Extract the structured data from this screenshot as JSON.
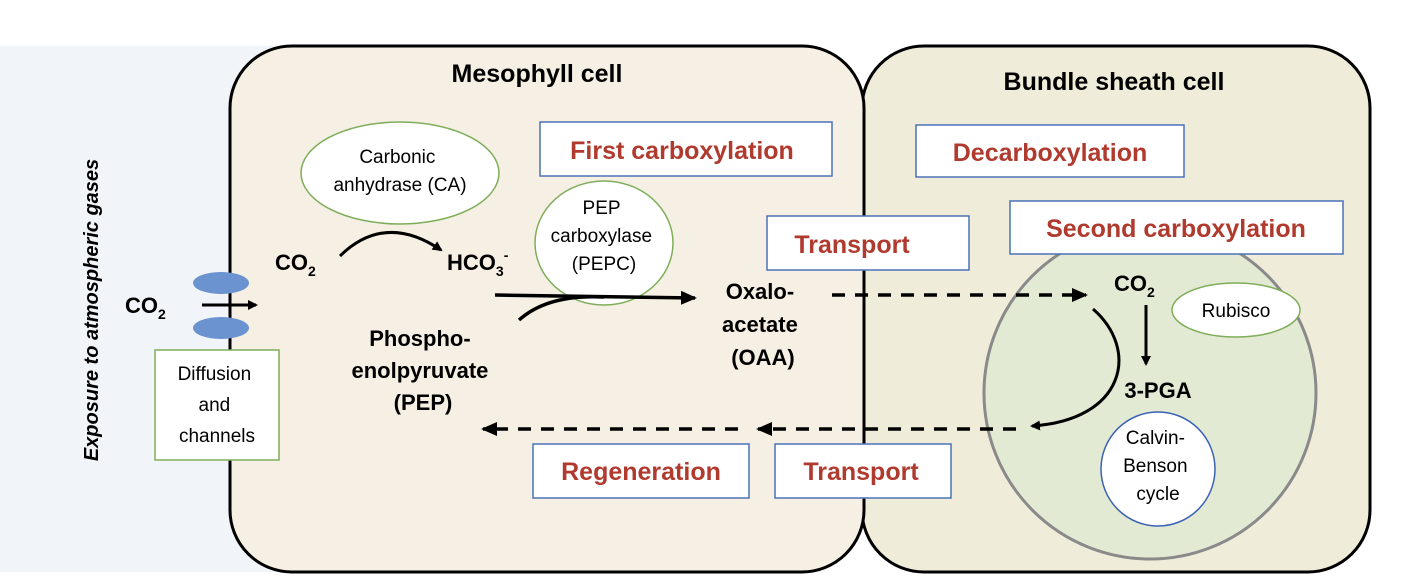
{
  "side_label": "Exposure to atmospheric gases",
  "mesophyll": {
    "title": "Mesophyll cell",
    "first_carboxylation": "First carboxylation",
    "regeneration": "Regeneration",
    "carbonic_anhydrase": [
      "Carbonic",
      "anhydrase (CA)"
    ],
    "pepc": [
      "PEP",
      "carboxylase",
      "(PEPC)"
    ],
    "co2_label": "CO",
    "co2_sub": "2",
    "hco3_label": "HCO",
    "hco3_sub": "3",
    "hco3_sup": "-",
    "pep": [
      "Phospho-",
      "enolpyruvate",
      "(PEP)"
    ],
    "oaa": [
      "Oxalo-",
      "acetate",
      "(OAA)"
    ]
  },
  "transport_top": "Transport",
  "transport_bottom": "Transport",
  "outside": {
    "co2_label": "CO",
    "co2_sub": "2",
    "diffusion": [
      "Diffusion",
      "and",
      "channels"
    ]
  },
  "bundle_sheath": {
    "title": "Bundle sheath cell",
    "decarboxylation": "Decarboxylation",
    "second_carboxylation": "Second carboxylation",
    "co2_label": "CO",
    "co2_sub": "2",
    "rubisco": "Rubisco",
    "pga": "3-PGA",
    "calvin": [
      "Calvin-",
      "Benson",
      "cycle"
    ]
  },
  "colors": {
    "exposure_bg": "#f1f5fa",
    "mesophyll_fill": "#f6efe3",
    "bundle_fill": "#efecda",
    "chloroplast_fill": "#e3ead3",
    "chloroplast_stroke": "#8a8a8a",
    "label_red": "#b03a2e",
    "box_blue": "#4a72b8",
    "ellipse_green": "#7fae5a",
    "channel_blue": "#6a93cf",
    "circle_blue": "#3a62b5"
  }
}
